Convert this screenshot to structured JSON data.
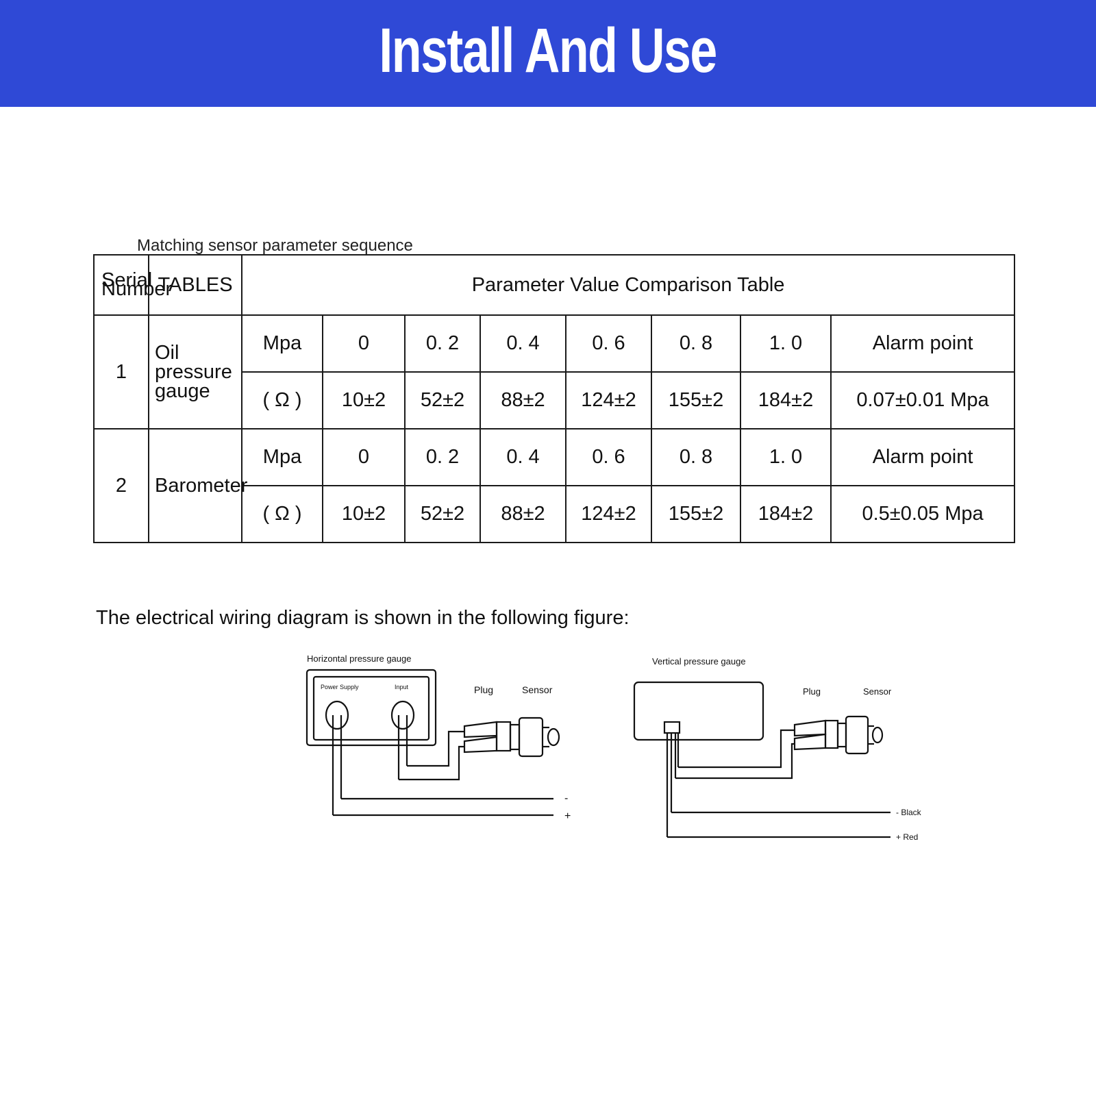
{
  "banner": {
    "title": "Install And Use"
  },
  "caption": "Matching sensor parameter sequence",
  "table": {
    "serial_header": "Serial Number",
    "tables_header": "TABLES",
    "comparison_header": "Parameter Value Comparison Table",
    "rows": [
      {
        "serial": "1",
        "name": "Oil pressure gauge",
        "mpa_label": "Mpa",
        "ohm_label": "( Ω )",
        "mpa_values": [
          "0",
          "0. 2",
          "0. 4",
          "0. 6",
          "0. 8",
          "1. 0",
          "Alarm point"
        ],
        "ohm_values": [
          "10±2",
          "52±2",
          "88±2",
          "124±2",
          "155±2",
          "184±2",
          "0.07±0.01 Mpa"
        ]
      },
      {
        "serial": "2",
        "name": "Barometer",
        "mpa_label": "Mpa",
        "ohm_label": "( Ω )",
        "mpa_values": [
          "0",
          "0. 2",
          "0. 4",
          "0. 6",
          "0. 8",
          "1. 0",
          "Alarm point"
        ],
        "ohm_values": [
          "10±2",
          "52±2",
          "88±2",
          "124±2",
          "155±2",
          "184±2",
          "0.5±0.05 Mpa"
        ]
      }
    ]
  },
  "wiring_text": "The electrical wiring diagram is shown in the following figure:",
  "diagram": {
    "horizontal": {
      "title": "Horizontal pressure gauge",
      "power_label": "Power Supply",
      "input_label": "Input",
      "plug_label": "Plug",
      "sensor_label": "Sensor",
      "minus_label": "-",
      "plus_label": "+"
    },
    "vertical": {
      "title": "Vertical pressure gauge",
      "plug_label": "Plug",
      "sensor_label": "Sensor",
      "black_label": "- Black",
      "red_label": "+ Red"
    }
  }
}
